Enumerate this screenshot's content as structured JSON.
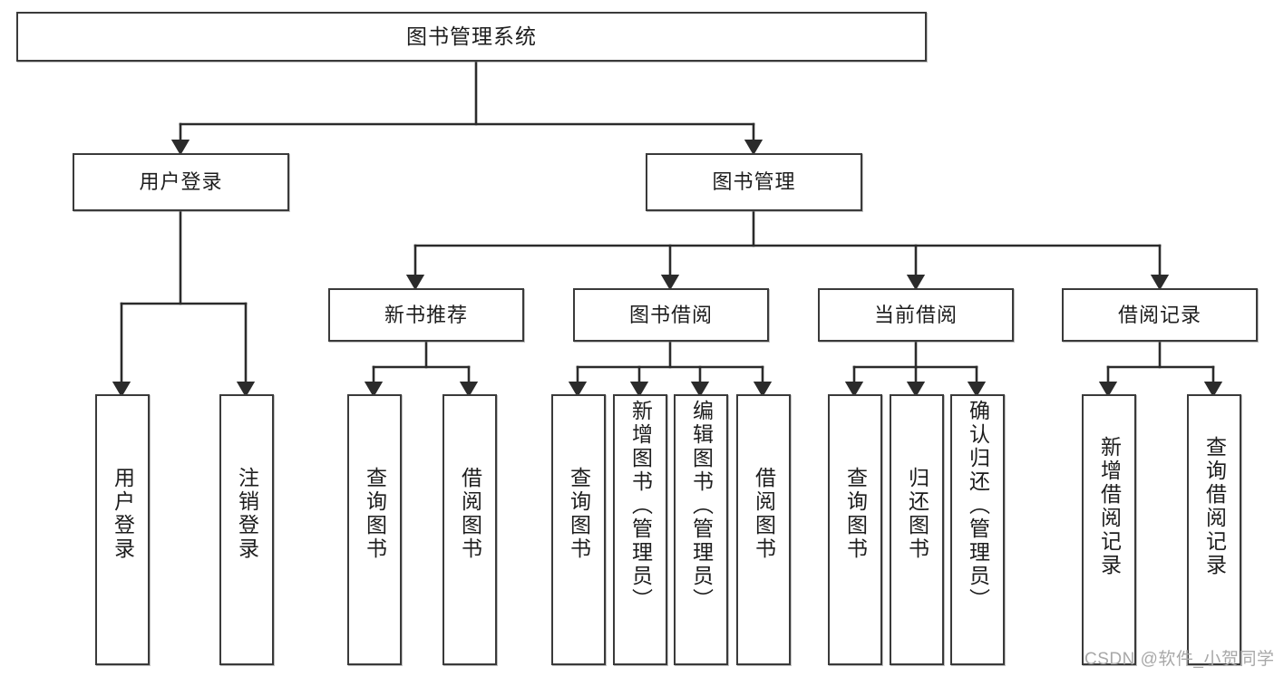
{
  "diagram": {
    "type": "tree",
    "title": "图书管理系统",
    "watermark": "CSDN @软件_小贺同学",
    "colors": {
      "box_border": "#3a3a3a",
      "box_fill": "#ffffff",
      "connector": "#2b2b2b",
      "watermark": "#a8a8a8",
      "background": "#ffffff"
    },
    "nodes": {
      "root": {
        "label": "图书管理系统"
      },
      "level2": [
        {
          "id": "user-login",
          "label": "用户登录"
        },
        {
          "id": "book-manage",
          "label": "图书管理"
        }
      ],
      "level3": [
        {
          "id": "new-book-recommend",
          "label": "新书推荐"
        },
        {
          "id": "book-borrow",
          "label": "图书借阅"
        },
        {
          "id": "current-borrow",
          "label": "当前借阅"
        },
        {
          "id": "borrow-record",
          "label": "借阅记录"
        }
      ],
      "leaves": {
        "user-login": [
          {
            "id": "leaf-user-login",
            "label": "用户登录"
          },
          {
            "id": "leaf-logout-login",
            "label": "注销登录"
          }
        ],
        "new-book-recommend": [
          {
            "id": "leaf-query-book-1",
            "label": "查询图书"
          },
          {
            "id": "leaf-borrow-book-1",
            "label": "借阅图书"
          }
        ],
        "book-borrow": [
          {
            "id": "leaf-query-book-2",
            "label": "查询图书"
          },
          {
            "id": "leaf-add-book-admin",
            "label": "新增图书（管理员）"
          },
          {
            "id": "leaf-edit-book-admin",
            "label": "编辑图书（管理员）"
          },
          {
            "id": "leaf-borrow-book-2",
            "label": "借阅图书"
          }
        ],
        "current-borrow": [
          {
            "id": "leaf-query-book-3",
            "label": "查询图书"
          },
          {
            "id": "leaf-return-book",
            "label": "归还图书"
          },
          {
            "id": "leaf-confirm-return-admin",
            "label": "确认归还（管理员）"
          }
        ],
        "borrow-record": [
          {
            "id": "leaf-add-borrow-record",
            "label": "新增借阅记录"
          },
          {
            "id": "leaf-query-borrow-record",
            "label": "查询借阅记录"
          }
        ]
      }
    }
  }
}
